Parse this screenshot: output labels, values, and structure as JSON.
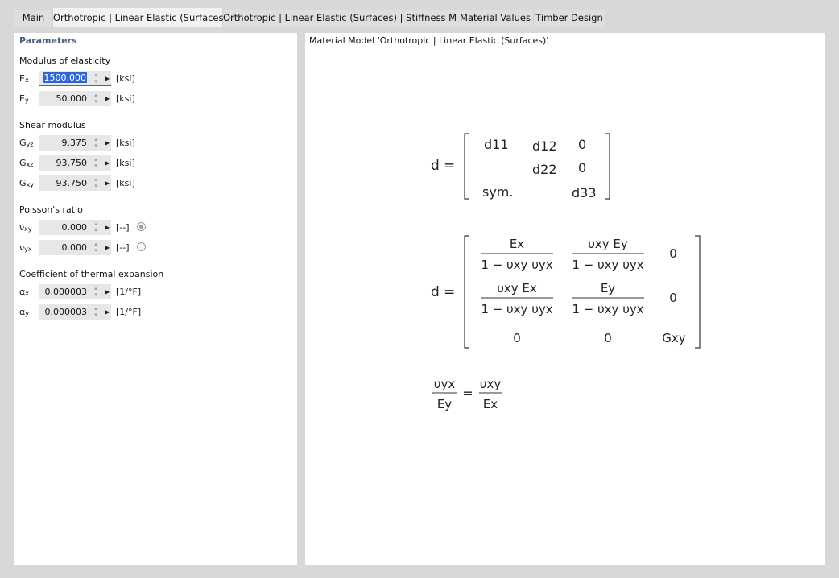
{
  "tabs": [
    {
      "label": "Main"
    },
    {
      "label": "Orthotropic | Linear Elastic (Surfaces)",
      "active": true
    },
    {
      "label": "Orthotropic | Linear Elastic (Surfaces) | Stiffness Matrix"
    },
    {
      "label": "Material Values"
    },
    {
      "label": "Timber Design"
    }
  ],
  "parameters": {
    "title": "Parameters",
    "modulus": {
      "title": "Modulus of elasticity",
      "rows": [
        {
          "sym": "E",
          "sub": "x",
          "value": "1500.000",
          "unit": "[ksi]",
          "focused": true
        },
        {
          "sym": "E",
          "sub": "y",
          "value": "50.000",
          "unit": "[ksi]"
        }
      ]
    },
    "shear": {
      "title": "Shear modulus",
      "rows": [
        {
          "sym": "G",
          "sub": "yz",
          "value": "9.375",
          "unit": "[ksi]"
        },
        {
          "sym": "G",
          "sub": "xz",
          "value": "93.750",
          "unit": "[ksi]"
        },
        {
          "sym": "G",
          "sub": "xy",
          "value": "93.750",
          "unit": "[ksi]"
        }
      ]
    },
    "poisson": {
      "title": "Poisson's ratio",
      "rows": [
        {
          "sym": "ν",
          "sub": "xy",
          "value": "0.000",
          "unit": "[--]",
          "radio": "on"
        },
        {
          "sym": "ν",
          "sub": "yx",
          "value": "0.000",
          "unit": "[--]",
          "radio": "off"
        }
      ]
    },
    "thermal": {
      "title": "Coefficient of thermal expansion",
      "rows": [
        {
          "sym": "α",
          "sub": "x",
          "value": "0.000003",
          "unit": "[1/°F]"
        },
        {
          "sym": "α",
          "sub": "y",
          "value": "0.000003",
          "unit": "[1/°F]"
        }
      ]
    }
  },
  "model": {
    "title": "Material Model 'Orthotropic | Linear Elastic (Surfaces)'",
    "eq1": {
      "lhs": "d",
      "eq": "=",
      "cells": [
        "d11",
        "d12",
        "0",
        "d22",
        "0",
        "sym.",
        "d33"
      ]
    },
    "eq2": {
      "lhs": "d",
      "eq": "=",
      "denominator": "1 − υxy υyx",
      "num11": "Ex",
      "num12": "υxy Ey",
      "num21": "υxy Ex",
      "num22": "Ey",
      "c13": "0",
      "c23": "0",
      "c31": "0",
      "c32": "0",
      "c33": "Gxy"
    },
    "eq3": {
      "left_num": "υyx",
      "left_den": "Ey",
      "eq": "=",
      "right_num": "υxy",
      "right_den": "Ex"
    }
  }
}
